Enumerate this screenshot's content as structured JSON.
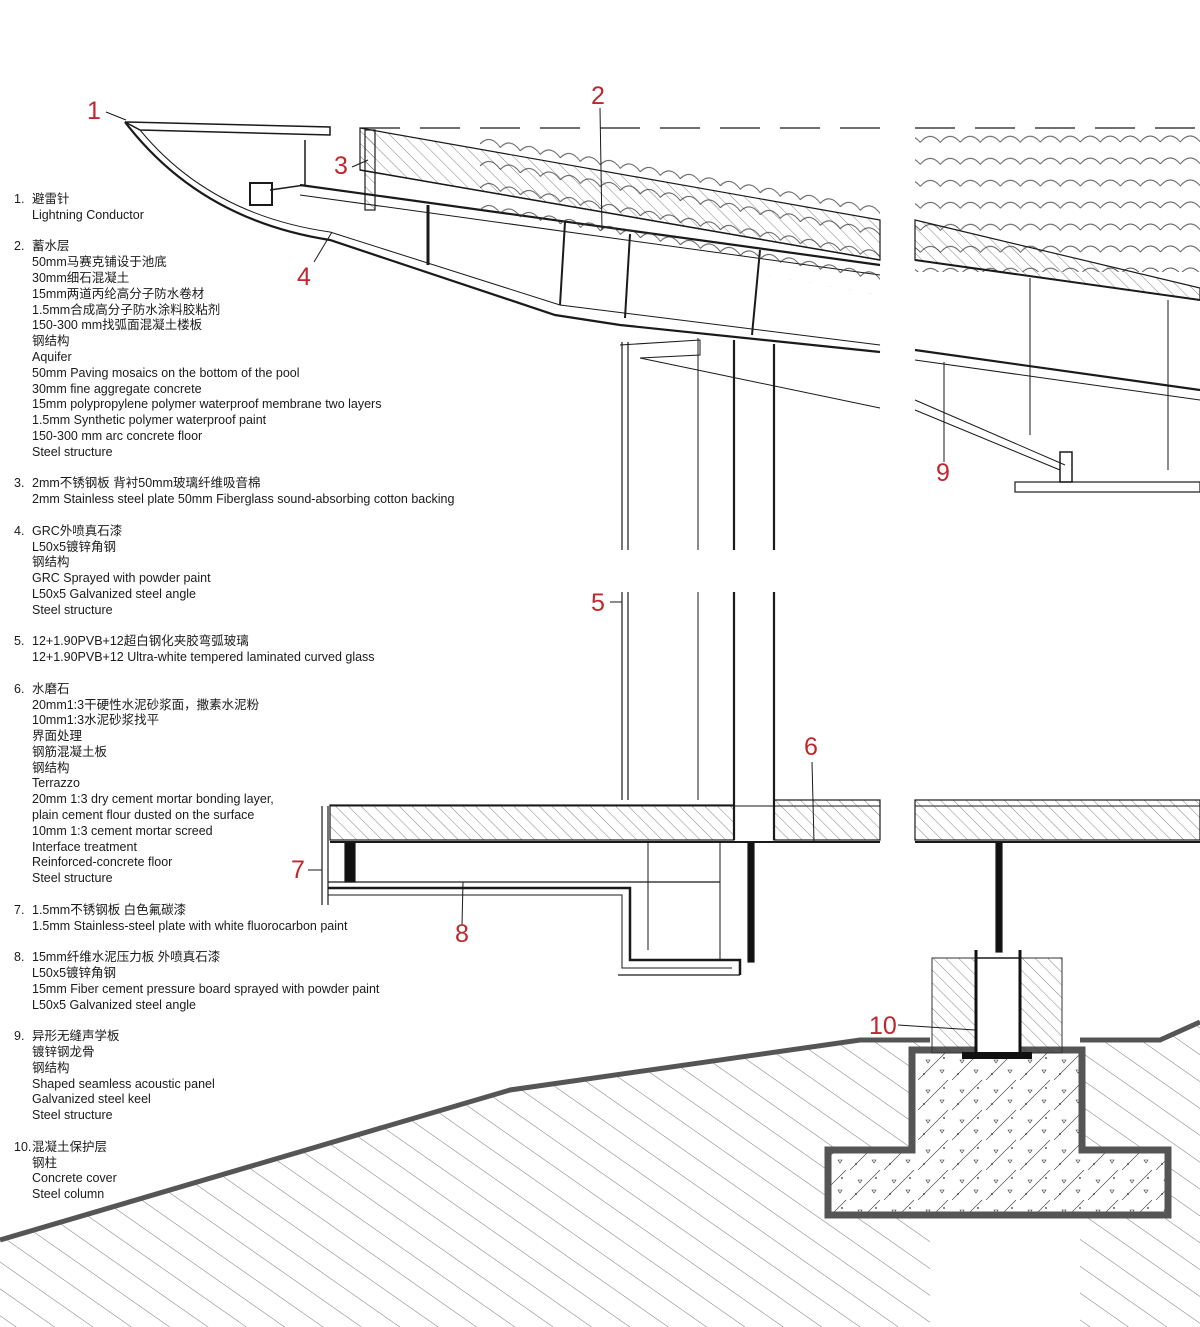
{
  "callouts": [
    "1",
    "2",
    "3",
    "4",
    "5",
    "6",
    "7",
    "8",
    "9",
    "10"
  ],
  "notes": [
    {
      "num": "1.",
      "lines": [
        "避雷针",
        "Lightning Conductor"
      ]
    },
    {
      "num": "2.",
      "lines": [
        "蓄水层",
        "50mm马赛克铺设于池底",
        "30mm细石混凝土",
        "15mm两道丙纶高分子防水卷材",
        "1.5mm合成高分子防水涂料胶粘剂",
        "150-300 mm找弧面混凝土楼板",
        "钢结构",
        "Aquifer",
        "50mm Paving mosaics on the bottom of the pool",
        "30mm fine aggregate concrete",
        "15mm polypropylene polymer waterproof membrane two layers",
        "1.5mm Synthetic polymer waterproof paint",
        "150-300 mm arc concrete floor",
        "Steel structure"
      ]
    },
    {
      "num": "3.",
      "lines": [
        "2mm不锈钢板 背衬50mm玻璃纤维吸音棉",
        "2mm Stainless steel plate  50mm Fiberglass sound-absorbing cotton backing"
      ]
    },
    {
      "num": "4.",
      "lines": [
        "GRC外喷真石漆",
        "L50x5镀锌角钢",
        "钢结构",
        "GRC Sprayed with powder paint",
        "L50x5 Galvanized steel angle",
        "Steel structure"
      ]
    },
    {
      "num": "5.",
      "lines": [
        "12+1.90PVB+12超白钢化夹胶弯弧玻璃",
        "12+1.90PVB+12 Ultra-white tempered laminated curved glass"
      ]
    },
    {
      "num": "6.",
      "lines": [
        "水磨石",
        "20mm1:3干硬性水泥砂浆面，撒素水泥粉",
        "10mm1:3水泥砂浆找平",
        "界面处理",
        "钢筋混凝土板",
        "钢结构",
        "Terrazzo",
        "20mm 1:3 dry cement mortar bonding layer,",
        "plain cement flour dusted on the surface",
        "10mm 1:3 cement mortar screed",
        "Interface treatment",
        "Reinforced-concrete floor",
        "Steel structure"
      ]
    },
    {
      "num": "7.",
      "lines": [
        "1.5mm不锈钢板 白色氟碳漆",
        "1.5mm Stainless-steel plate with white fluorocarbon paint"
      ]
    },
    {
      "num": "8.",
      "lines": [
        "15mm纤维水泥压力板 外喷真石漆",
        "L50x5镀锌角钢",
        "15mm Fiber cement pressure board sprayed with powder paint",
        "L50x5 Galvanized steel angle"
      ]
    },
    {
      "num": "9.",
      "lines": [
        "异形无缝声学板",
        "镀锌钢龙骨",
        "钢结构",
        "Shaped seamless acoustic panel",
        "Galvanized steel keel",
        "Steel structure"
      ]
    },
    {
      "num": "10.",
      "lines": [
        "混凝土保护层",
        "钢柱",
        "Concrete cover",
        "Steel column"
      ]
    }
  ],
  "colors": {
    "callout": "#c0262c",
    "line": "#1a1a1a",
    "hatch": "#555555",
    "bg": "#ffffff"
  }
}
